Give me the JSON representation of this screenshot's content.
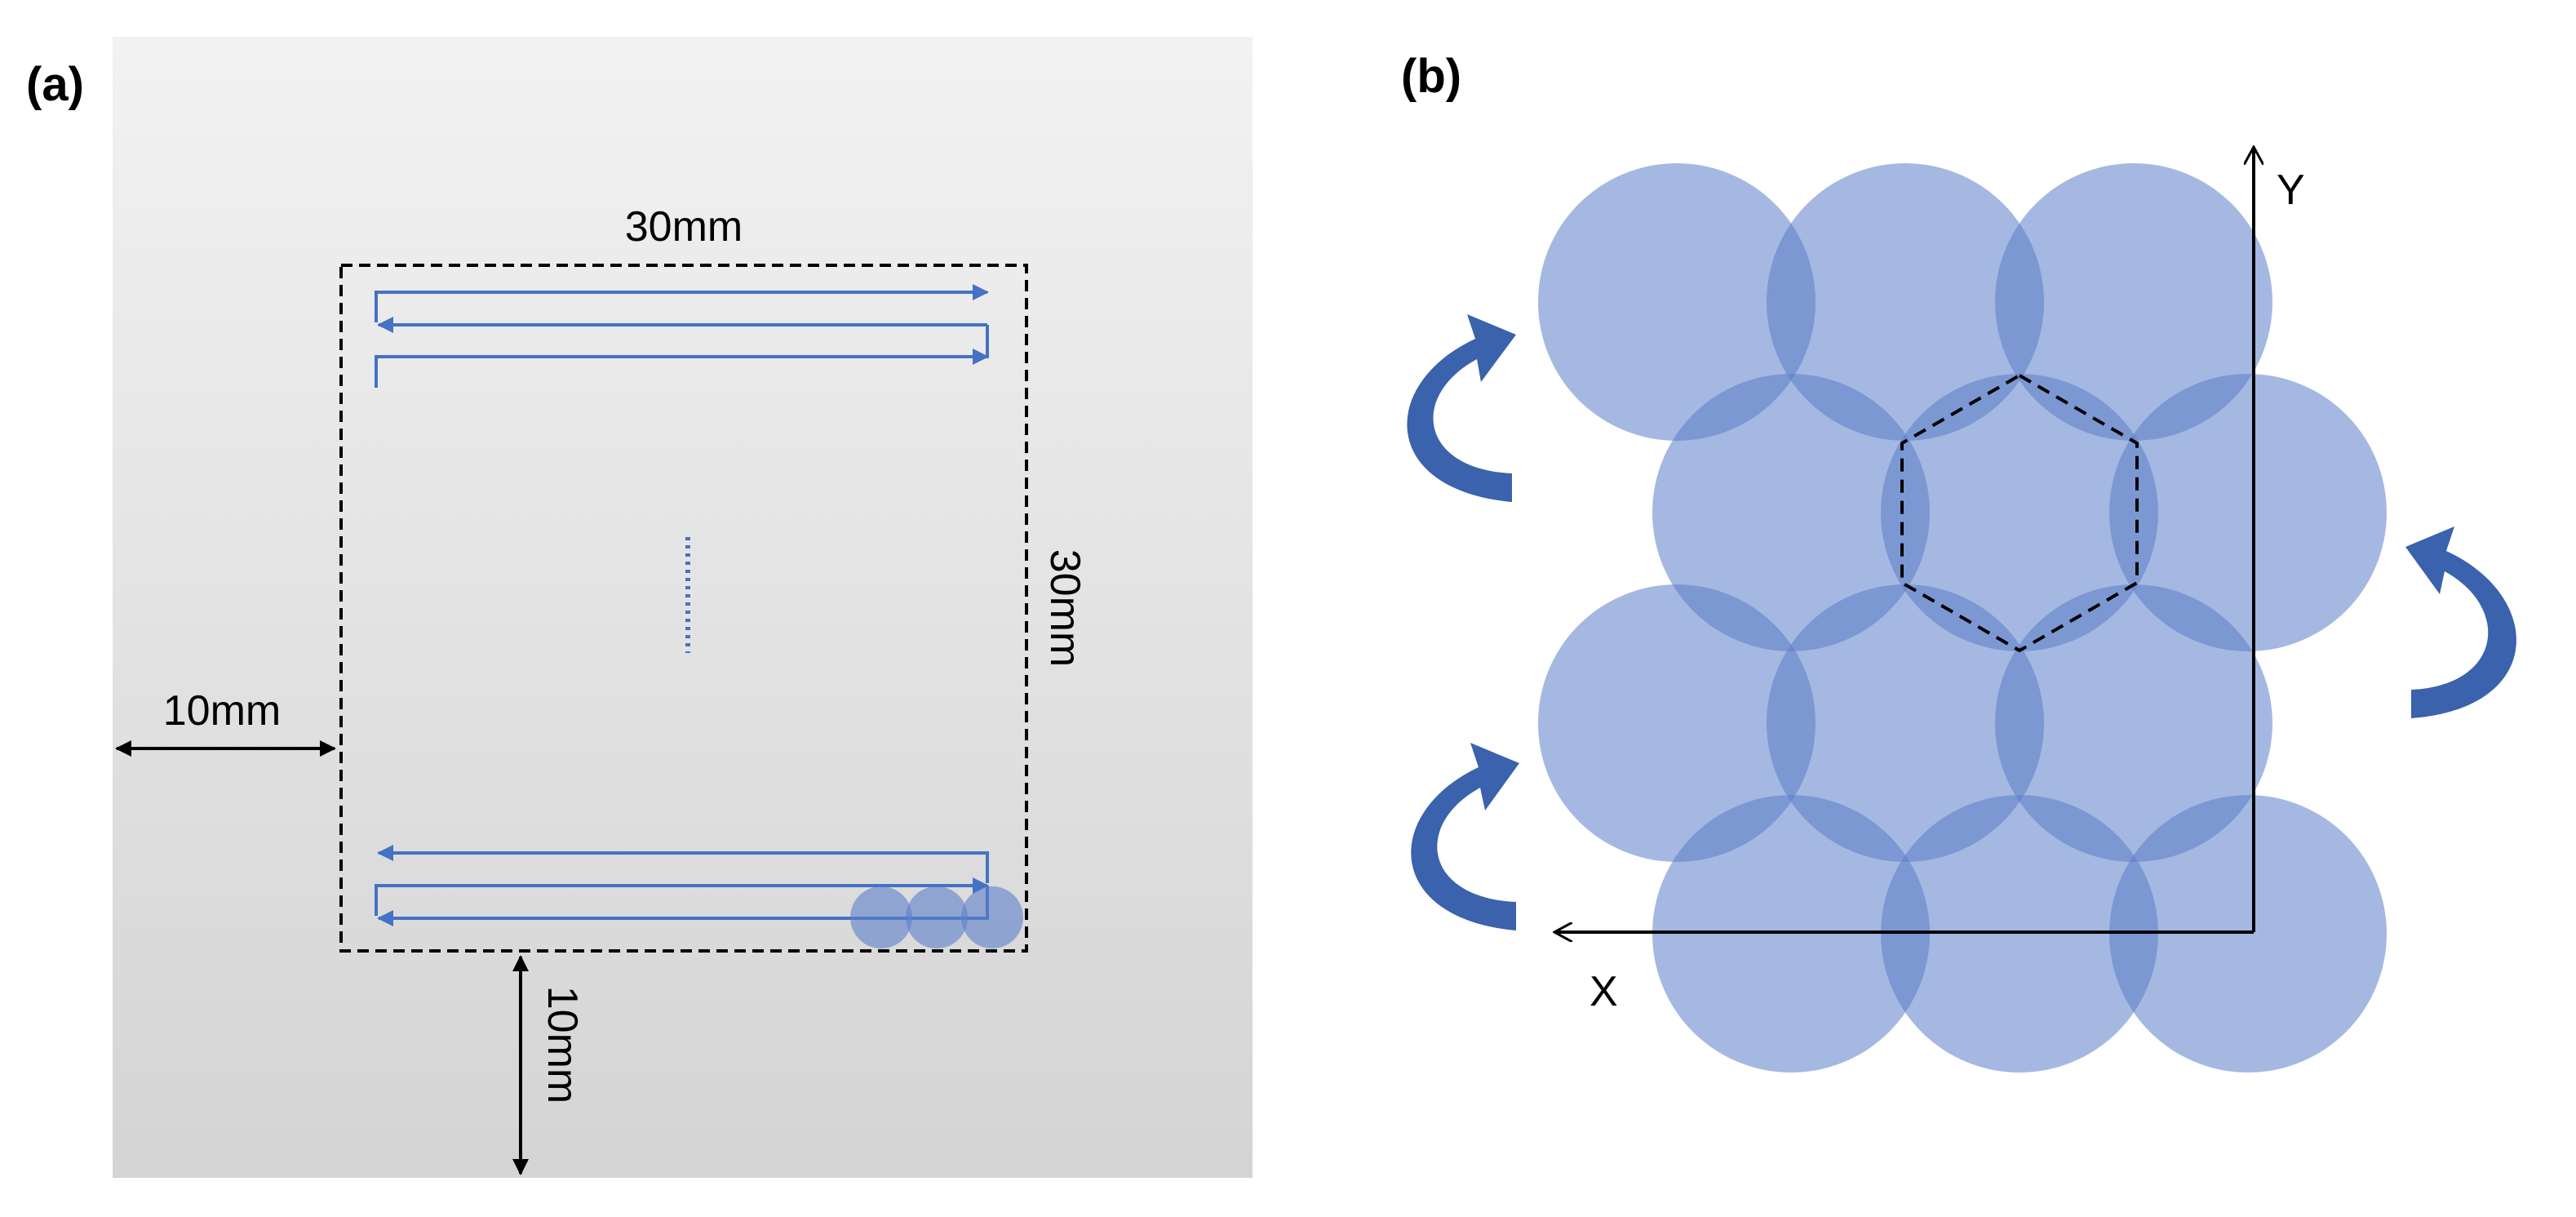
{
  "panel_a": {
    "label": "(a)",
    "dim_top": "30mm",
    "dim_right": "30mm",
    "dim_left": "10mm",
    "dim_bottom": "10mm"
  },
  "panel_b": {
    "label": "(b)",
    "axis_x": "X",
    "axis_y": "Y"
  },
  "colors": {
    "circle_fill": "#5b7ec9",
    "scan_path": "#4472c4",
    "arrow_fill": "#3a62ad",
    "substrate_top": "#f2f2f2",
    "substrate_bottom": "#d4d4d4",
    "line": "#000000"
  }
}
